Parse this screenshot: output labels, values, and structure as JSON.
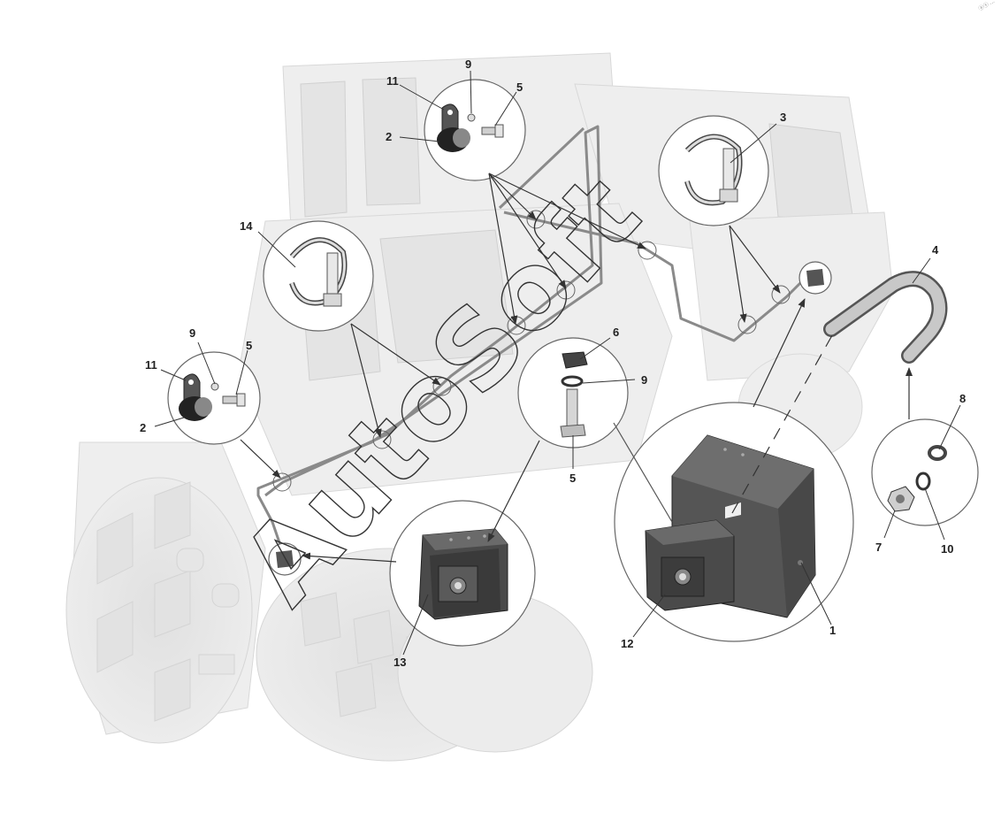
{
  "labels": {
    "p1": "1",
    "p2a": "2",
    "p2b": "2",
    "p3": "3",
    "p4": "4",
    "p5a": "5",
    "p5b": "5",
    "p5c": "5",
    "p6": "6",
    "p7": "7",
    "p8": "8",
    "p9a": "9",
    "p9b": "9",
    "p9c": "9",
    "p10": "10",
    "p11a": "11",
    "p11b": "11",
    "p12": "12",
    "p13": "13",
    "p14": "14"
  },
  "watermark": "AutoSoft",
  "corner_mark": "ⓐⓢ ..."
}
